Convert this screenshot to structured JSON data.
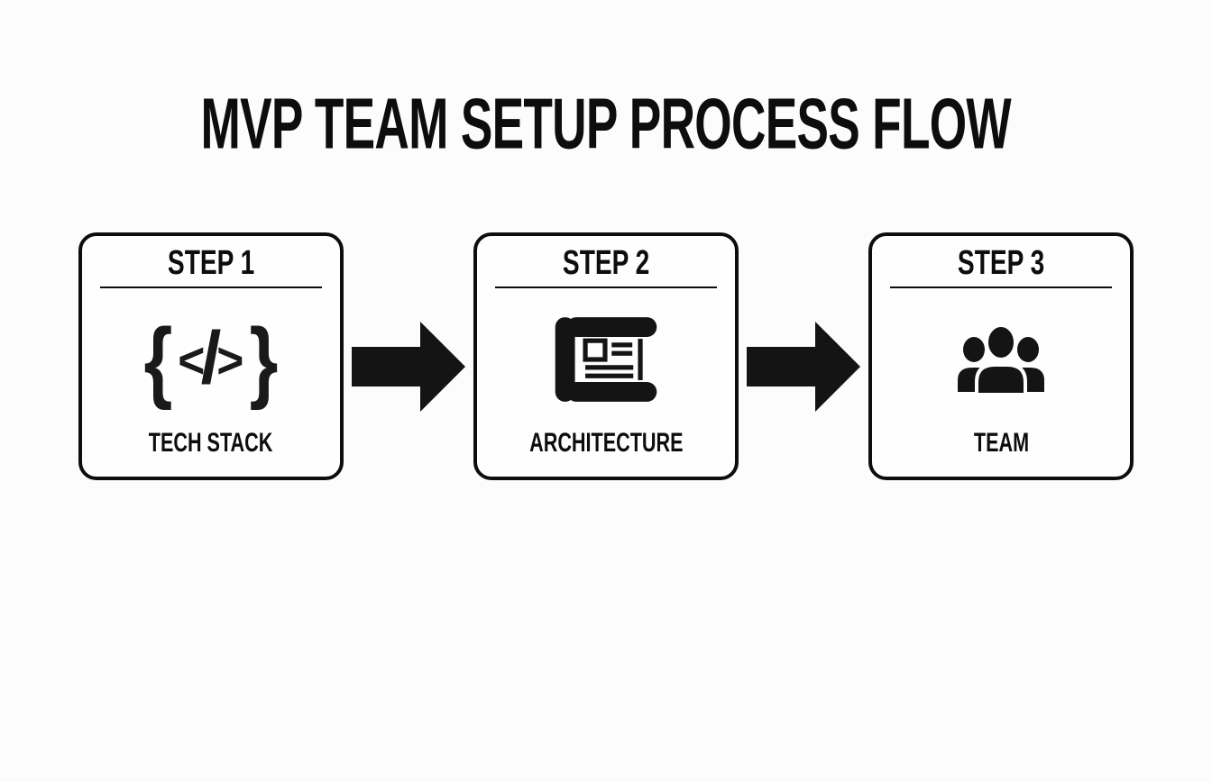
{
  "title": "MVP TEAM SETUP PROCESS FLOW",
  "steps": [
    {
      "header": "STEP 1",
      "label": "TECH STACK",
      "icon": "code-icon"
    },
    {
      "header": "STEP 2",
      "label": "ARCHITECTURE",
      "icon": "blueprint-icon"
    },
    {
      "header": "STEP 3",
      "label": "TEAM",
      "icon": "team-icon"
    }
  ],
  "code_icon": {
    "left_brace": "{",
    "open_angle": "<",
    "slash": "/",
    "close_angle": ">",
    "right_brace": "}"
  },
  "colors": {
    "foreground": "#0d0d0d",
    "background": "#fcfcfc",
    "card_background": "#fefefe"
  }
}
